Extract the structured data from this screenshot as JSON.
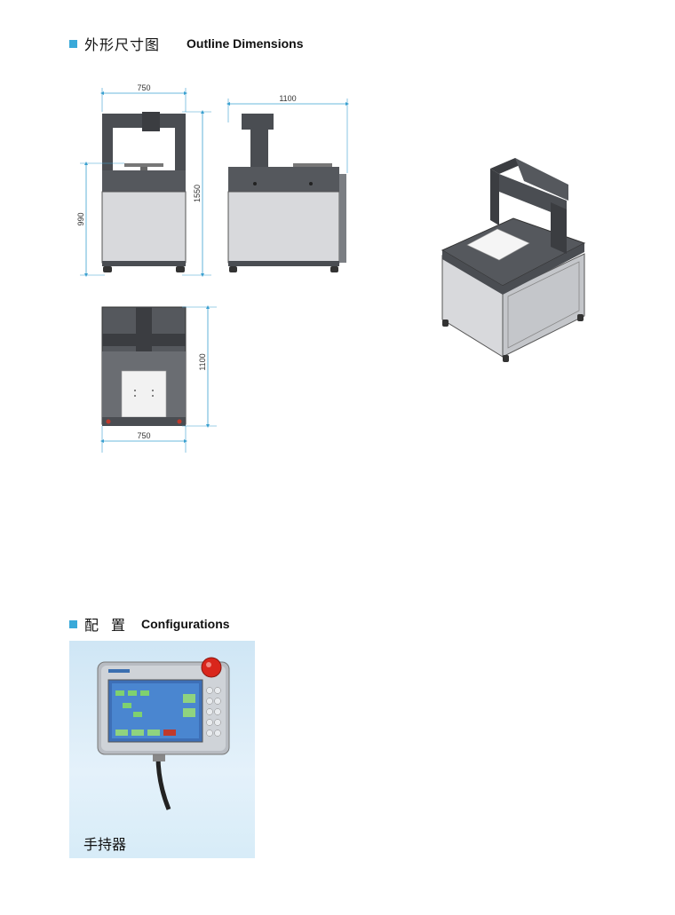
{
  "section_outline": {
    "title_cn": "外形尺寸图",
    "title_en": "Outline Dimensions"
  },
  "section_config": {
    "title_cn": "配置",
    "title_en": "Configurations"
  },
  "dimensions": {
    "front_width": "750",
    "side_depth": "1100",
    "total_height": "1550",
    "table_height": "990",
    "top_depth": "1100",
    "top_width": "750"
  },
  "config_item": {
    "label": "手持器"
  },
  "colors": {
    "accent": "#39a9d9",
    "frame": "#4a4d52",
    "body": "#d8d9dc",
    "dim_line": "#3aa0d0"
  }
}
